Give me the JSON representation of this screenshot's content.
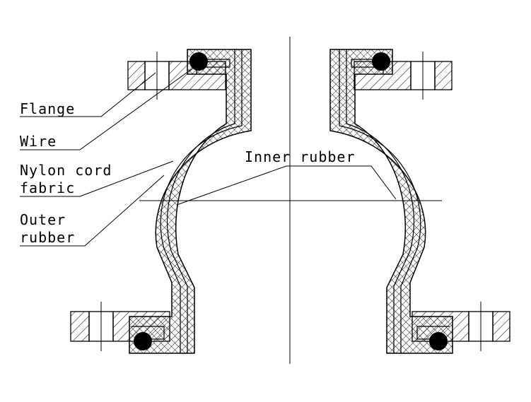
{
  "labels": {
    "flange": "Flange",
    "wire": "Wire",
    "nylon_line1": "Nylon cord",
    "nylon_line2": "fabric",
    "outer_line1": "Outer",
    "outer_line2": "rubber",
    "inner": "Inner rubber"
  },
  "colors": {
    "line": "#000000",
    "background": "#ffffff"
  }
}
